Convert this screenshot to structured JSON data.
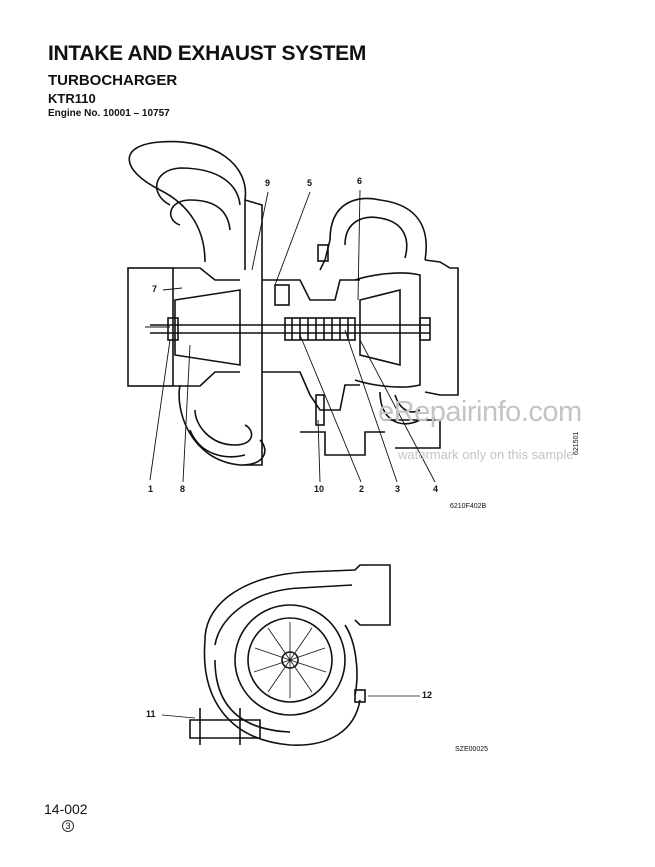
{
  "header": {
    "title": "INTAKE AND EXHAUST SYSTEM",
    "subtitle": "TURBOCHARGER",
    "model": "KTR110",
    "engine_no": "Engine No. 10001 – 10757"
  },
  "figure1": {
    "code": "6210F402B",
    "side_code": "621501",
    "callouts": [
      "1",
      "2",
      "3",
      "4",
      "5",
      "6",
      "7",
      "8",
      "9",
      "10"
    ]
  },
  "figure2": {
    "code": "SZE00025",
    "callouts": [
      "11",
      "12"
    ]
  },
  "watermark": {
    "line1": "eRepairinfo.com",
    "line2": "watermark only on this sample"
  },
  "footer": {
    "page": "14-002",
    "revision": "3"
  }
}
